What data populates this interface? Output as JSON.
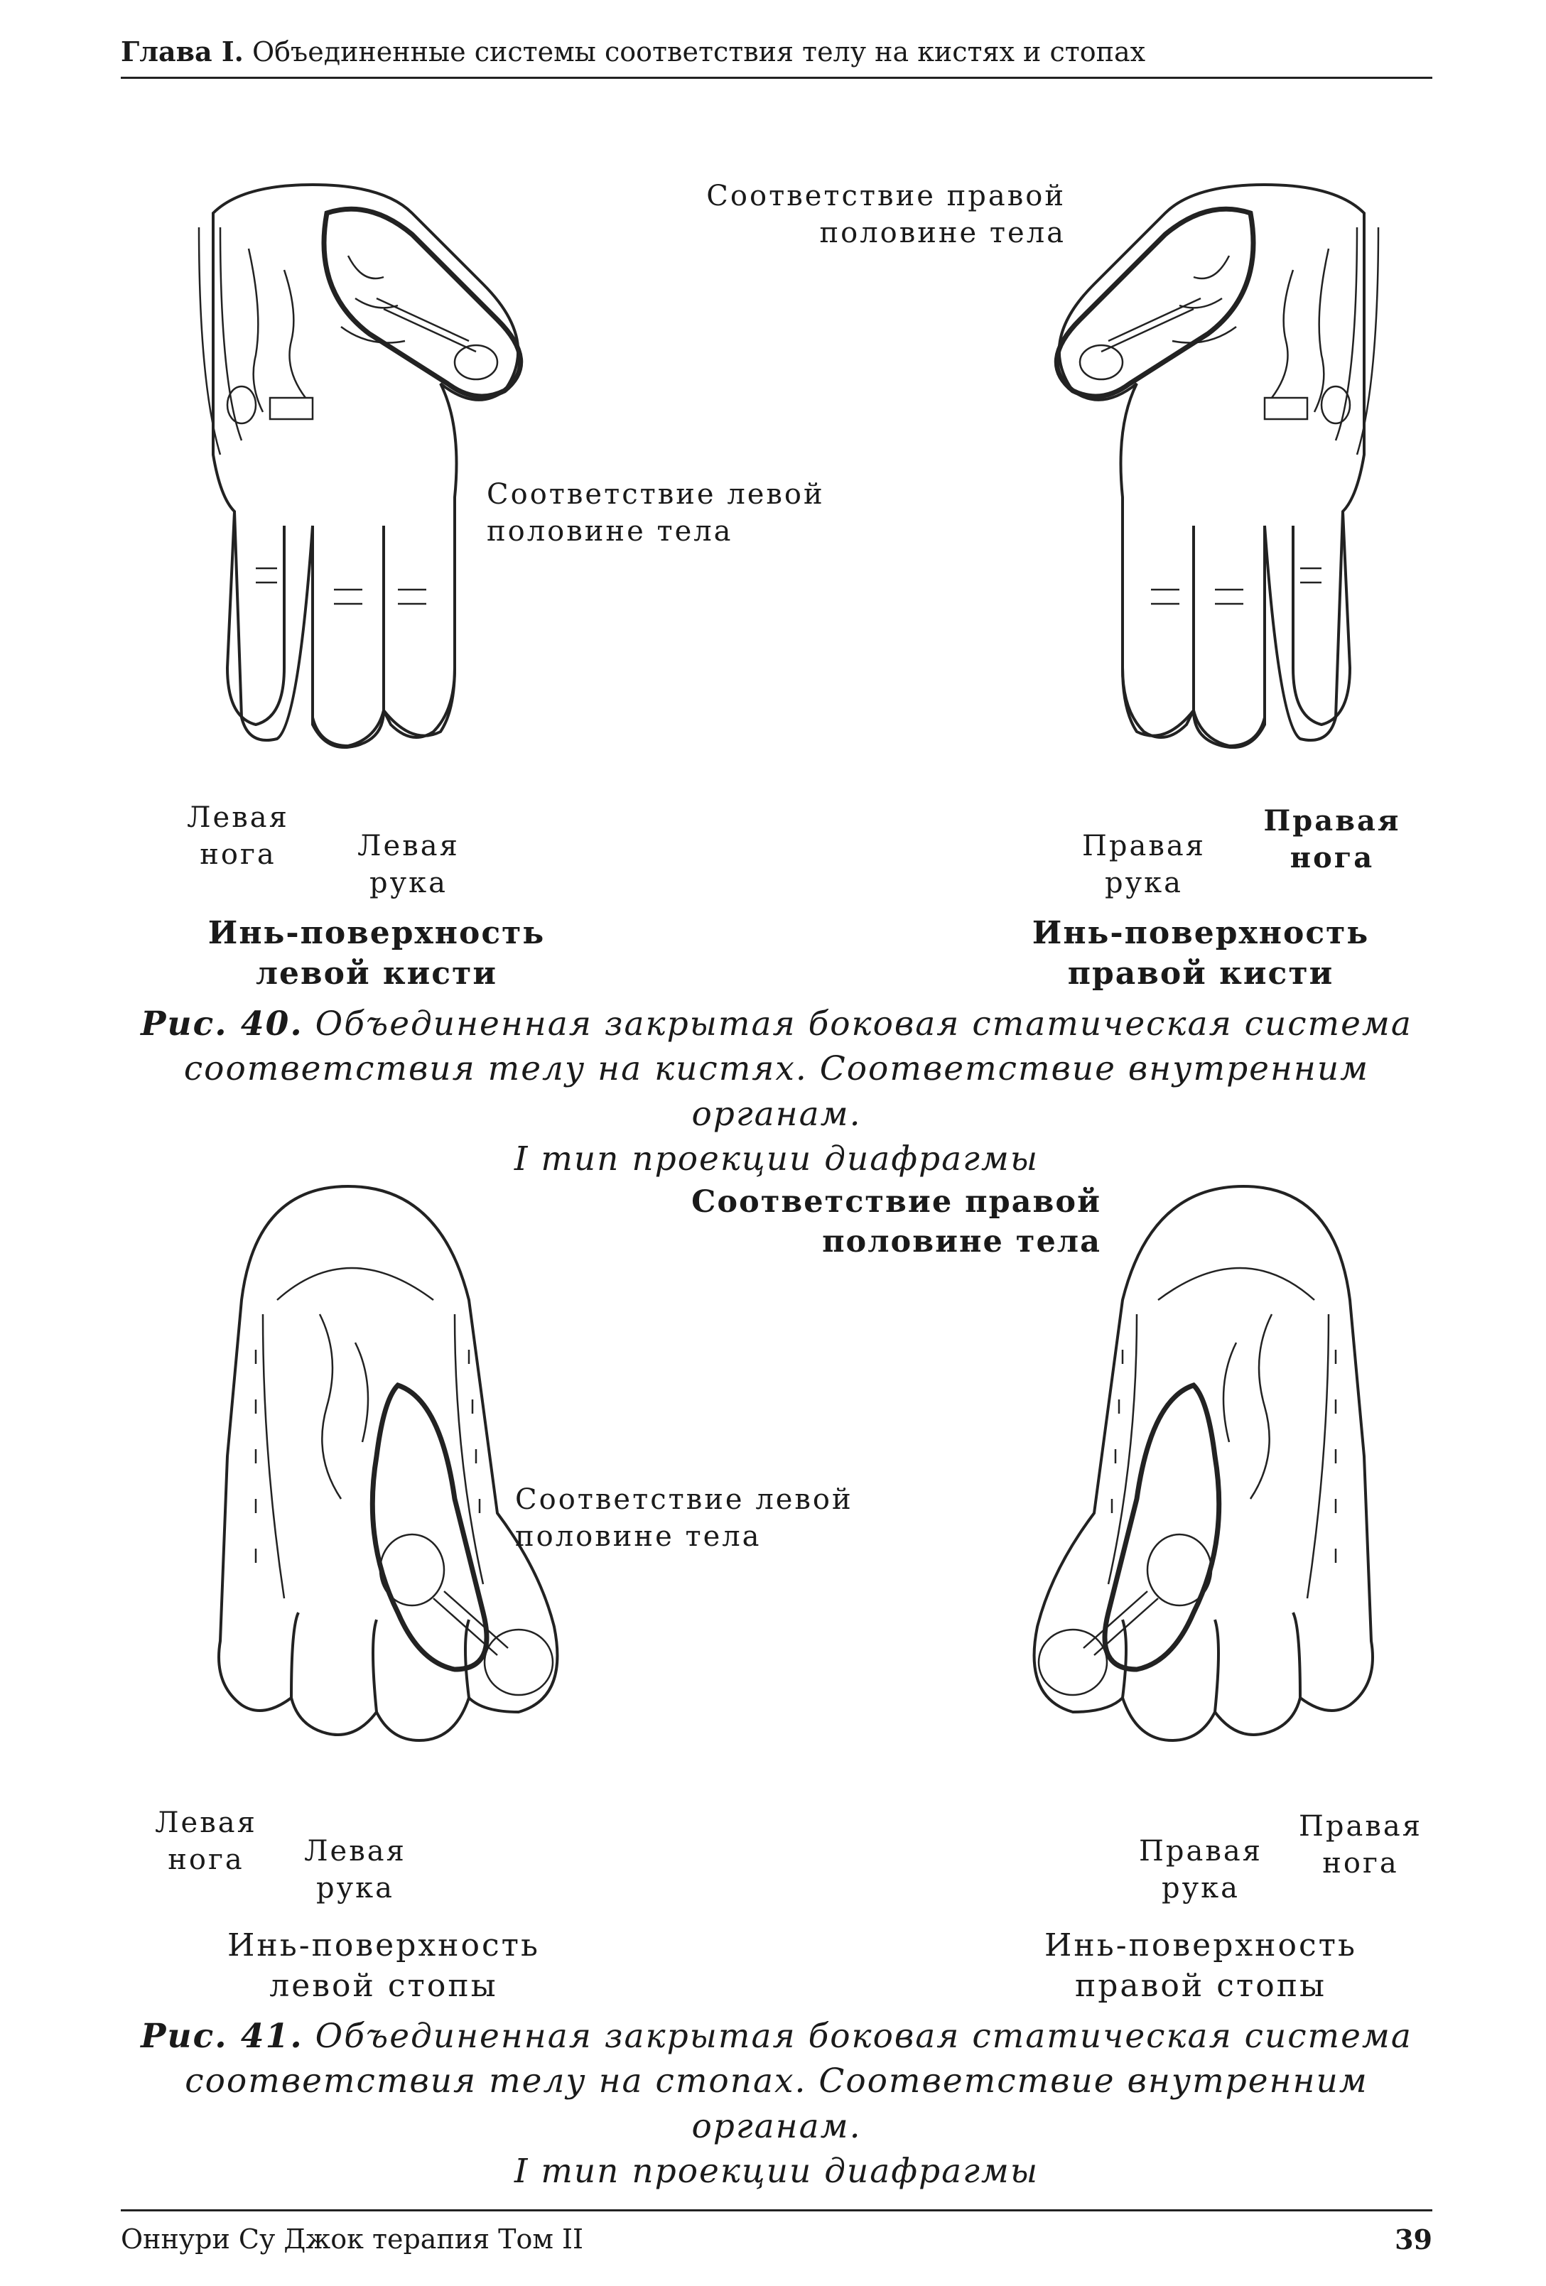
{
  "header": {
    "chapter": "Глава I.",
    "title": "Объединенные системы соответствия телу на кистях и стопах"
  },
  "fig40": {
    "right_half_label": [
      "Соответствие правой",
      "половине тела"
    ],
    "left_half_label": [
      "Соответствие левой",
      "половине тела"
    ],
    "left_leg": [
      "Левая",
      "нога"
    ],
    "left_arm": [
      "Левая",
      "рука"
    ],
    "right_arm": [
      "Правая",
      "рука"
    ],
    "right_leg": [
      "Правая",
      "нога"
    ],
    "left_surface": [
      "Инь-поверхность",
      "левой кисти"
    ],
    "right_surface": [
      "Инь-поверхность",
      "правой кисти"
    ],
    "caption_num": "Рис. 40.",
    "caption_line1": "Объединенная закрытая боковая статическая система",
    "caption_line2": "соответствия телу на кистях. Соответствие внутренним органам.",
    "caption_line3": "I тип проекции диафрагмы"
  },
  "fig41": {
    "right_half_label": [
      "Соответствие правой",
      "половине тела"
    ],
    "left_half_label": [
      "Соответствие левой",
      "половине тела"
    ],
    "left_leg": [
      "Левая",
      "нога"
    ],
    "left_arm": [
      "Левая",
      "рука"
    ],
    "right_arm": [
      "Правая",
      "рука"
    ],
    "right_leg": [
      "Правая",
      "нога"
    ],
    "left_surface": [
      "Инь-поверхность",
      "левой стопы"
    ],
    "right_surface": [
      "Инь-поверхность",
      "правой стопы"
    ],
    "caption_num": "Рис. 41.",
    "caption_line1": "Объединенная закрытая боковая статическая система",
    "caption_line2": "соответствия телу на стопах. Соответствие внутренним органам.",
    "caption_line3": "I тип проекции диафрагмы"
  },
  "footer": {
    "book": "Оннури Су Джок терапия Том II",
    "page": "39"
  }
}
